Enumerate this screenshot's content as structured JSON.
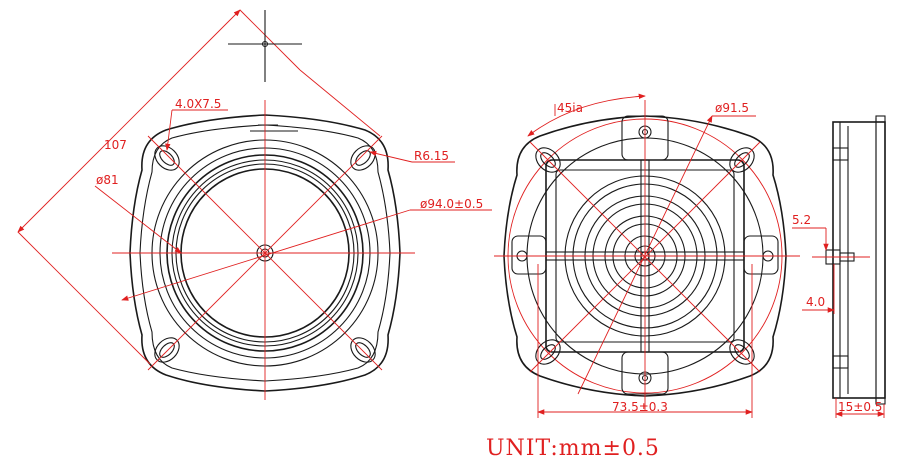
{
  "labels": {
    "dim_107": "107",
    "slot_size": "4.0X7.5",
    "phi81": "ø81",
    "r615": "R6.15",
    "phi94": "ø94.0±0.5",
    "angle45": "45ia",
    "phi915": "ø91.5",
    "w735": "73.5±0.3",
    "d52": "5.2",
    "d40": "4.0",
    "t15": "15±0.5"
  },
  "unit_note": "UNIT:mm±0.5",
  "colors": {
    "outline": "#1a1a1a",
    "dimension": "#e02020"
  }
}
